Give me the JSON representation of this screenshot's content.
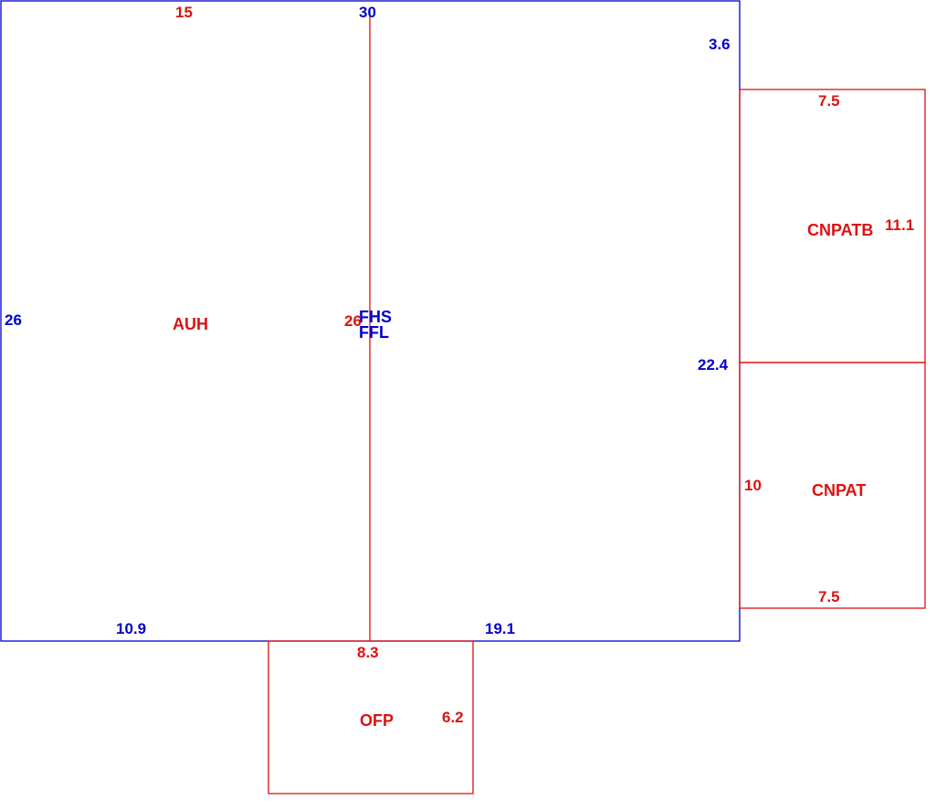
{
  "colors": {
    "red": "#dd1111",
    "blue": "#0000cc"
  },
  "areas": {
    "auh": "AUH",
    "fhs": "FHS",
    "ffl": "FFL",
    "cnpatb": "CNPATB",
    "cnpat": "CNPAT",
    "ofp": "OFP"
  },
  "dimensions": {
    "auh_top": "15",
    "main_top": "30",
    "main_right_upper": "3.6",
    "main_left": "26",
    "auh_right": "26",
    "main_right_lower": "22.4",
    "main_bottom_left": "10.9",
    "main_bottom_right": "19.1",
    "cnpatb_top": "7.5",
    "cnpatb_right": "11.1",
    "cnpat_left": "10",
    "cnpat_bottom": "7.5",
    "ofp_top": "8.3",
    "ofp_right": "6.2"
  }
}
